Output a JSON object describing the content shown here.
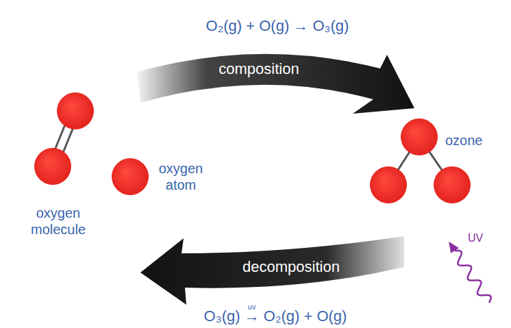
{
  "diagram": {
    "nodes": [
      {
        "text": [
          "composition"
        ]
      },
      {
        "text": [
          "decomposition"
        ]
      }
    ],
    "labels": [
      "O₂(g) + O(g) → O₃(g)",
      "oxygen molecule",
      "oxygen atom",
      "ozone",
      "UV",
      "O₃(g) → O₂(g) + O(g)",
      "uv"
    ]
  }
}
